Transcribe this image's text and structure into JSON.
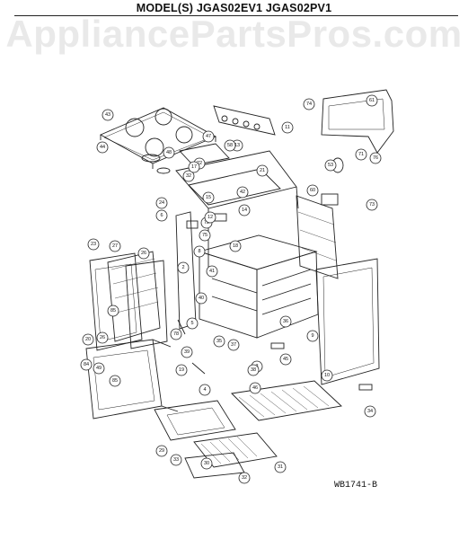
{
  "header": {
    "model_title": "MODEL(S) JGAS02EV1  JGAS02PV1"
  },
  "watermark": {
    "text": "AppliancePartsPros.com"
  },
  "diagram": {
    "drawing_code": "WB1741-B",
    "part_labels": [
      "61",
      "74",
      "76",
      "11",
      "13",
      "43",
      "44",
      "47",
      "48",
      "58",
      "53",
      "32",
      "22",
      "18",
      "21",
      "17",
      "15",
      "14",
      "60",
      "73",
      "71",
      "72",
      "75",
      "24",
      "6",
      "78",
      "8",
      "9",
      "10",
      "12",
      "2",
      "3",
      "5",
      "19",
      "23",
      "27",
      "26",
      "20",
      "26",
      "85",
      "49",
      "84",
      "85",
      "4",
      "29",
      "30",
      "31",
      "32",
      "33",
      "34",
      "35",
      "36",
      "37",
      "38",
      "39",
      "40",
      "41",
      "42",
      "45",
      "46"
    ]
  }
}
